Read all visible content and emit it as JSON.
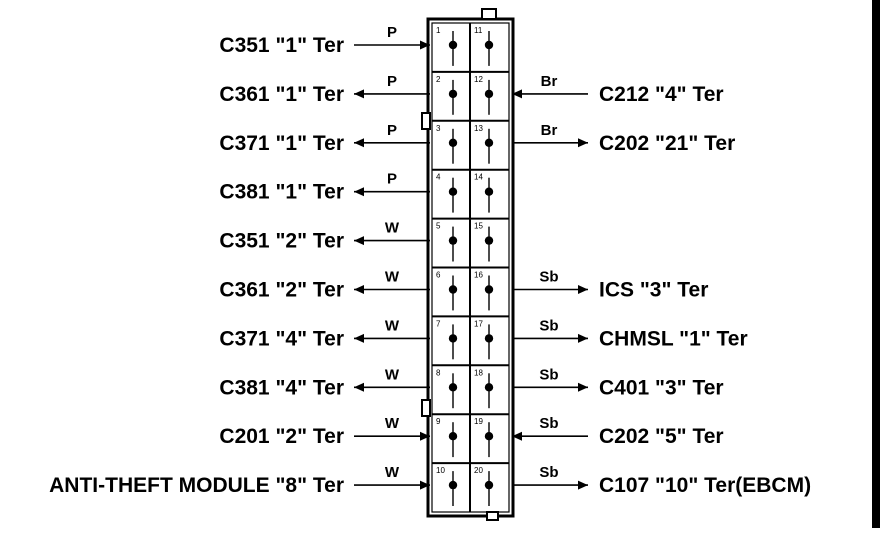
{
  "connector": {
    "pins_left": [
      "1",
      "2",
      "3",
      "4",
      "5",
      "6",
      "7",
      "8",
      "9",
      "10"
    ],
    "pins_right": [
      "11",
      "12",
      "13",
      "14",
      "15",
      "16",
      "17",
      "18",
      "19",
      "20"
    ]
  },
  "left_wires": [
    {
      "label": "C351 \"1\" Ter",
      "color": "P",
      "dir": "in"
    },
    {
      "label": "C361 \"1\" Ter",
      "color": "P",
      "dir": "out"
    },
    {
      "label": "C371 \"1\" Ter",
      "color": "P",
      "dir": "out"
    },
    {
      "label": "C381 \"1\" Ter",
      "color": "P",
      "dir": "out"
    },
    {
      "label": "C351 \"2\" Ter",
      "color": "W",
      "dir": "out"
    },
    {
      "label": "C361 \"2\" Ter",
      "color": "W",
      "dir": "out"
    },
    {
      "label": "C371 \"4\" Ter",
      "color": "W",
      "dir": "out"
    },
    {
      "label": "C381 \"4\" Ter",
      "color": "W",
      "dir": "out"
    },
    {
      "label": "C201 \"2\" Ter",
      "color": "W",
      "dir": "in"
    },
    {
      "label": "ANTI-THEFT MODULE \"8\" Ter",
      "color": "W",
      "dir": "in"
    }
  ],
  "right_wires": [
    null,
    {
      "label": "C212 \"4\" Ter",
      "color": "Br",
      "dir": "in"
    },
    {
      "label": "C202 \"21\" Ter",
      "color": "Br",
      "dir": "out"
    },
    null,
    null,
    {
      "label": "ICS \"3\" Ter",
      "color": "Sb",
      "dir": "out"
    },
    {
      "label": "CHMSL \"1\" Ter",
      "color": "Sb",
      "dir": "out"
    },
    {
      "label": "C401 \"3\" Ter",
      "color": "Sb",
      "dir": "out"
    },
    {
      "label": "C202 \"5\" Ter",
      "color": "Sb",
      "dir": "in"
    },
    {
      "label": "C107 \"10\" Ter(EBCM)",
      "color": "Sb",
      "dir": "out"
    }
  ]
}
